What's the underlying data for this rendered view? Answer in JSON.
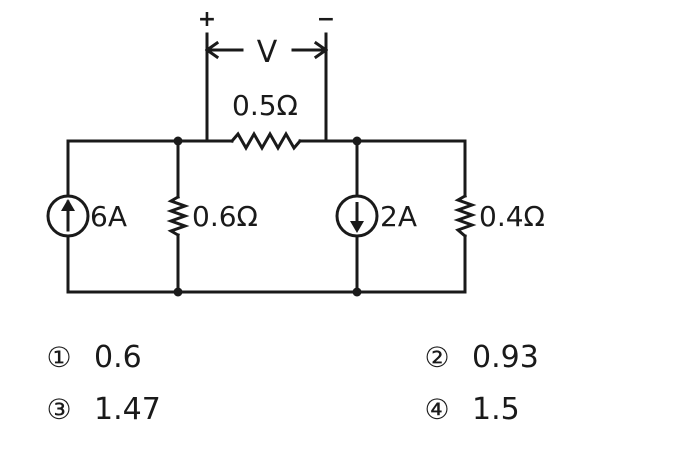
{
  "circuit": {
    "voltage_label": "V",
    "plus_sign": "+",
    "minus_sign": "−",
    "series_resistor": "0.5Ω",
    "source_left": "6A",
    "shunt_left": "0.6Ω",
    "source_right": "2A",
    "shunt_right": "0.4Ω"
  },
  "choices": [
    {
      "marker": "①",
      "value": "0.6"
    },
    {
      "marker": "②",
      "value": "0.93"
    },
    {
      "marker": "③",
      "value": "1.47"
    },
    {
      "marker": "④",
      "value": "1.5"
    }
  ]
}
